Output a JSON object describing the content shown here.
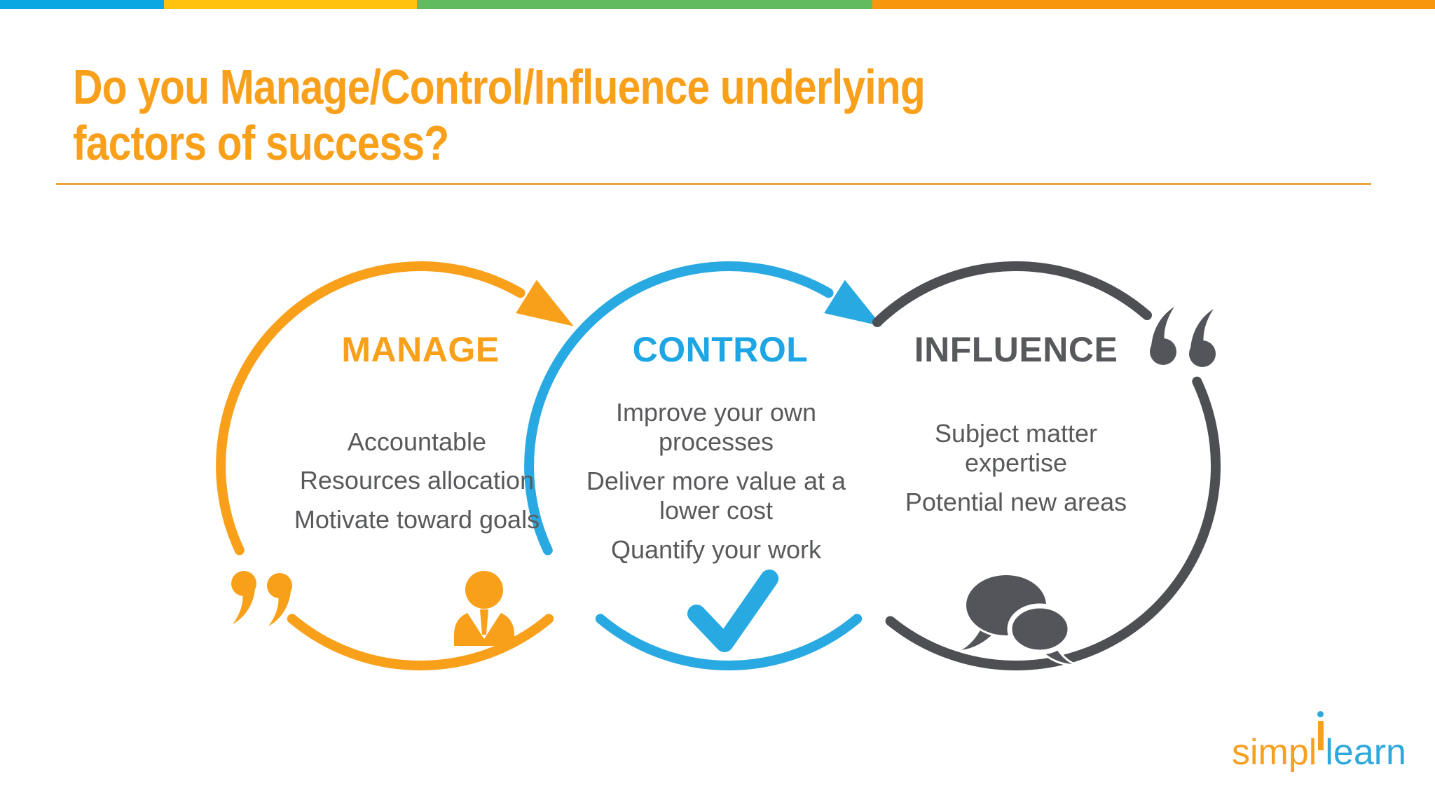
{
  "slide": {
    "top_bar": {
      "colors": [
        "#0BA7E3",
        "#FFC20E",
        "#63BB5F",
        "#F8970D"
      ]
    },
    "title": {
      "line1": "Do you Manage/Control/Influence underlying",
      "line2": "factors of success?",
      "color": "#F9A01B"
    },
    "sections": [
      {
        "label": "MANAGE",
        "color": "#F9A01B",
        "icon": "person-icon",
        "items": [
          "Accountable",
          "Resources allocation",
          "Motivate toward goals"
        ]
      },
      {
        "label": "CONTROL",
        "color": "#1DA6E3",
        "icon": "checkmark-icon",
        "items": [
          "Improve your own processes",
          "Deliver more value at a lower cost",
          "Quantify your work"
        ]
      },
      {
        "label": "INFLUENCE",
        "color": "#58595C",
        "icon": "speech-bubbles-icon",
        "items": [
          "Subject matter expertise",
          "Potential new areas"
        ]
      }
    ],
    "text_color": "#58595B",
    "logo": {
      "prefix": "simpl",
      "separator": "i",
      "suffix": "learn",
      "prefix_color": "#F6A01F",
      "suffix_color": "#2FA9DC"
    }
  }
}
